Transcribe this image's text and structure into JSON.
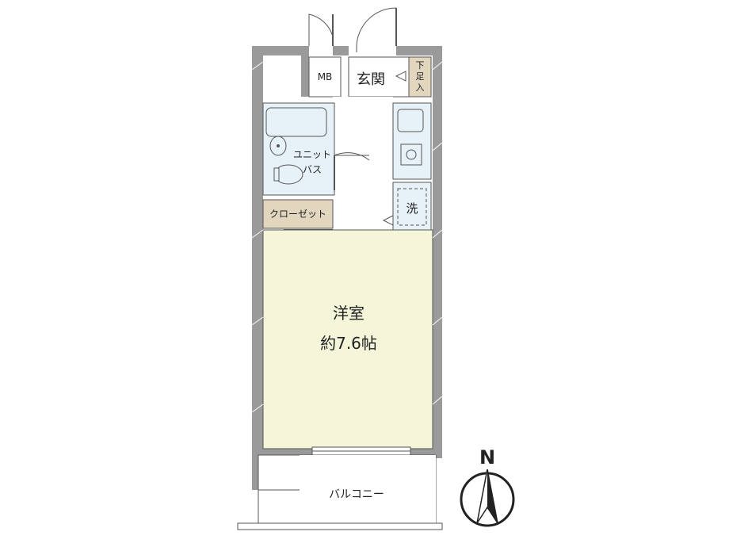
{
  "rooms": {
    "mb": "MB",
    "entrance": "玄関",
    "shoe_box": "下足入",
    "unit_bath_line1": "ユニット",
    "unit_bath_line2": "バス",
    "closet": "クローゼット",
    "washer": "洗",
    "western_room": "洋室",
    "western_room_size": "約7.6帖",
    "balcony": "バルコニー"
  },
  "compass": {
    "north_label": "N"
  },
  "colors": {
    "wall": "#9a9a9a",
    "room_fill": "#f4f5d9",
    "water_fill": "#e7f1f8",
    "closet_fill": "#e2d6bf",
    "entrance_fill": "#ffffff",
    "line": "#555555"
  }
}
